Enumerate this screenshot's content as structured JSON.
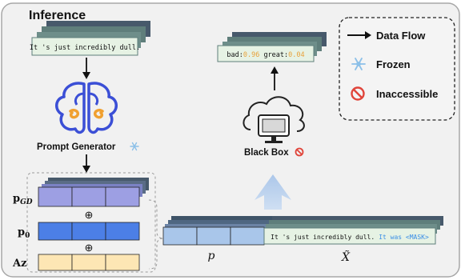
{
  "panel": {
    "title": "Inference",
    "background": "#f1f1f1"
  },
  "legend": {
    "data_flow_label": "Data Flow",
    "frozen_label": "Frozen",
    "inaccessible_label": "Inaccessible",
    "frozen_icon": "snowflake-icon",
    "inaccessible_icon": "prohibited-icon",
    "arrow_icon": "arrow-right-icon"
  },
  "input_card": {
    "text": "It 's just incredibly dull."
  },
  "prompt_generator": {
    "label": "Prompt Generator",
    "icon": "brain-icon",
    "status_icon": "snowflake-icon"
  },
  "prompt_stack": {
    "rows": [
      {
        "label_main": "p",
        "label_sub": "GD",
        "color": "#9d9fe3"
      },
      {
        "label_main": "p",
        "label_sub": "0",
        "color": "#4c7fe6"
      },
      {
        "label_main": "Az",
        "label_sub": "",
        "color": "#fde6b4"
      }
    ],
    "operator": "⊕"
  },
  "black_box": {
    "label": "Black Box",
    "icon": "cloud-computer-icon",
    "status_icon": "prohibited-icon"
  },
  "output_card": {
    "label_bad": "bad:",
    "value_bad": "0.96",
    "label_great": " great:",
    "value_great": "0.04",
    "value_color": "#e8a13a"
  },
  "input_sequence": {
    "prompt_symbol": "p",
    "text_symbol": "X̃",
    "sentence": "It 's just incredibly dull.",
    "template": "It was <MASK>",
    "template_color": "#3a8ee6"
  },
  "colors": {
    "accent_blue": "#a9c6ea",
    "card_green": "#e6f2e4",
    "stack_dark": "#47596b"
  }
}
